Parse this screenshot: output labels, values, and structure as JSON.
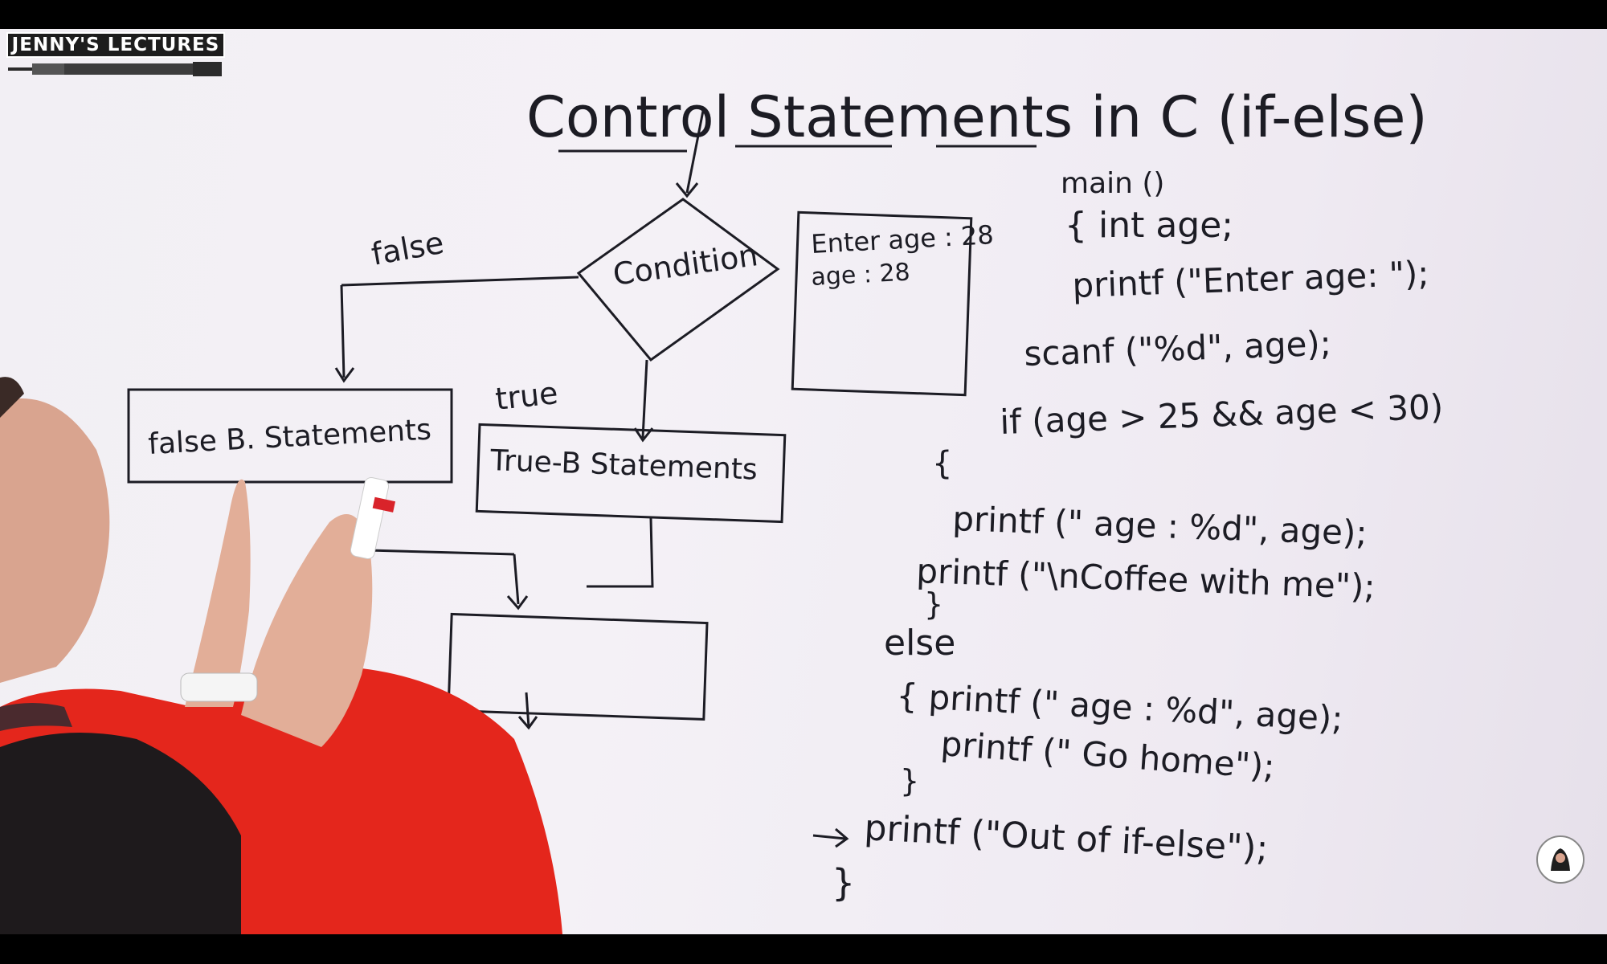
{
  "channel": {
    "logo_text": "JENNY'S LECTURES"
  },
  "board": {
    "title": "Control Statements in C (if-else)",
    "flowchart": {
      "condition": "Condition",
      "false_label": "false",
      "true_label": "true",
      "false_block": "false B. Statements",
      "true_block": "True-B Statements"
    },
    "output_box": {
      "line1": "Enter age : 28",
      "line2": "age : 28"
    },
    "code": {
      "l1": "main ()",
      "l2": "{ int age;",
      "l3": "printf (\"Enter age: \");",
      "l4": "scanf (\"%d\", age);",
      "l5": "if (age > 25 && age < 30)",
      "l6": "{",
      "l7": "printf (\" age : %d\", age);",
      "l8": "printf (\"\\nCoffee with me\");",
      "l9": "}",
      "l10": "else",
      "l11": "{ printf (\" age : %d\", age);",
      "l12": "printf (\" Go home\");",
      "l13": "}",
      "l14": "printf (\"Out of if-else\");",
      "l15": "}"
    }
  },
  "colors": {
    "board": "#f2eff4",
    "ink": "#1c1c24",
    "sweater": "#e4261c"
  }
}
